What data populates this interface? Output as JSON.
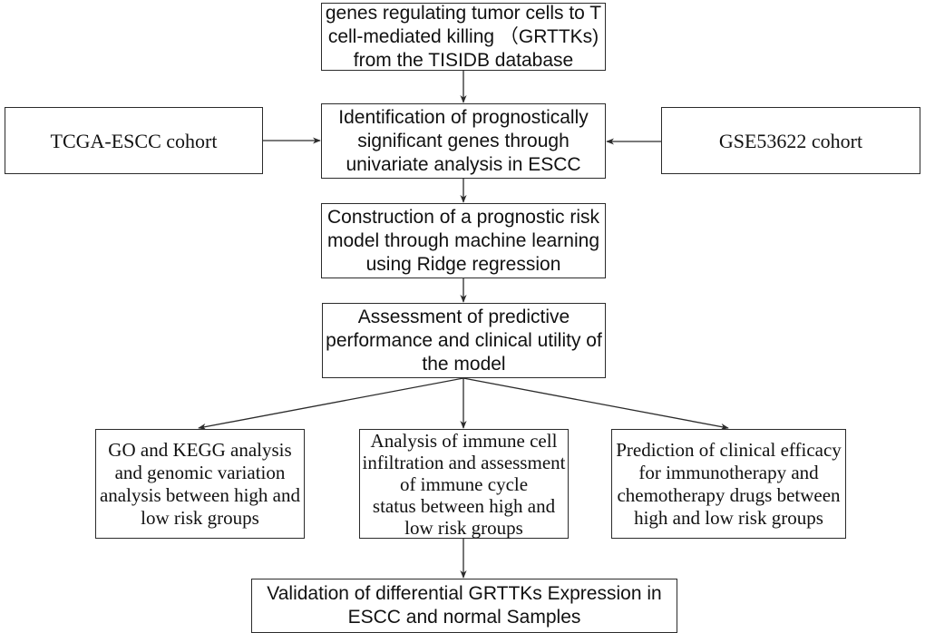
{
  "diagram": {
    "type": "flowchart",
    "colors": {
      "line": "#2b2b2b",
      "text": "#111111",
      "background": "#ffffff"
    },
    "nodes": {
      "source": {
        "label": "genes regulating tumor cells to T\ncell-mediated killing （GRTTKs)\nfrom the TISIDB database"
      },
      "identification": {
        "label": "Identification of prognostically\nsignificant genes through\nunivariate analysis in ESCC"
      },
      "tcga": {
        "label": "TCGA-ESCC cohort"
      },
      "gse": {
        "label": "GSE53622 cohort"
      },
      "construction": {
        "label": "Construction of a prognostic risk\nmodel through machine learning\nusing Ridge regression"
      },
      "assessment": {
        "label": "Assessment of predictive\nperformance and clinical utility of\nthe model"
      },
      "go_kegg": {
        "label": "GO and KEGG analysis\nand genomic variation\nanalysis between high  and\nlow risk groups"
      },
      "immune": {
        "label": "Analysis of immune cell\ninfiltration and assessment\nof immune cycle\nstatus between high and\nlow risk groups"
      },
      "prediction": {
        "label": "Prediction of clinical efficacy\nfor immunotherapy and\nchemotherapy drugs between\nhigh and low risk groups"
      },
      "validation": {
        "label": "Validation of differential GRTTKs Expression in\nESCC and normal Samples"
      }
    },
    "edges": [
      {
        "from": "source",
        "to": "identification"
      },
      {
        "from": "tcga",
        "to": "identification"
      },
      {
        "from": "gse",
        "to": "identification"
      },
      {
        "from": "identification",
        "to": "construction"
      },
      {
        "from": "construction",
        "to": "assessment"
      },
      {
        "from": "assessment",
        "to": "go_kegg"
      },
      {
        "from": "assessment",
        "to": "immune"
      },
      {
        "from": "assessment",
        "to": "prediction"
      },
      {
        "from": "immune",
        "to": "validation"
      }
    ]
  }
}
